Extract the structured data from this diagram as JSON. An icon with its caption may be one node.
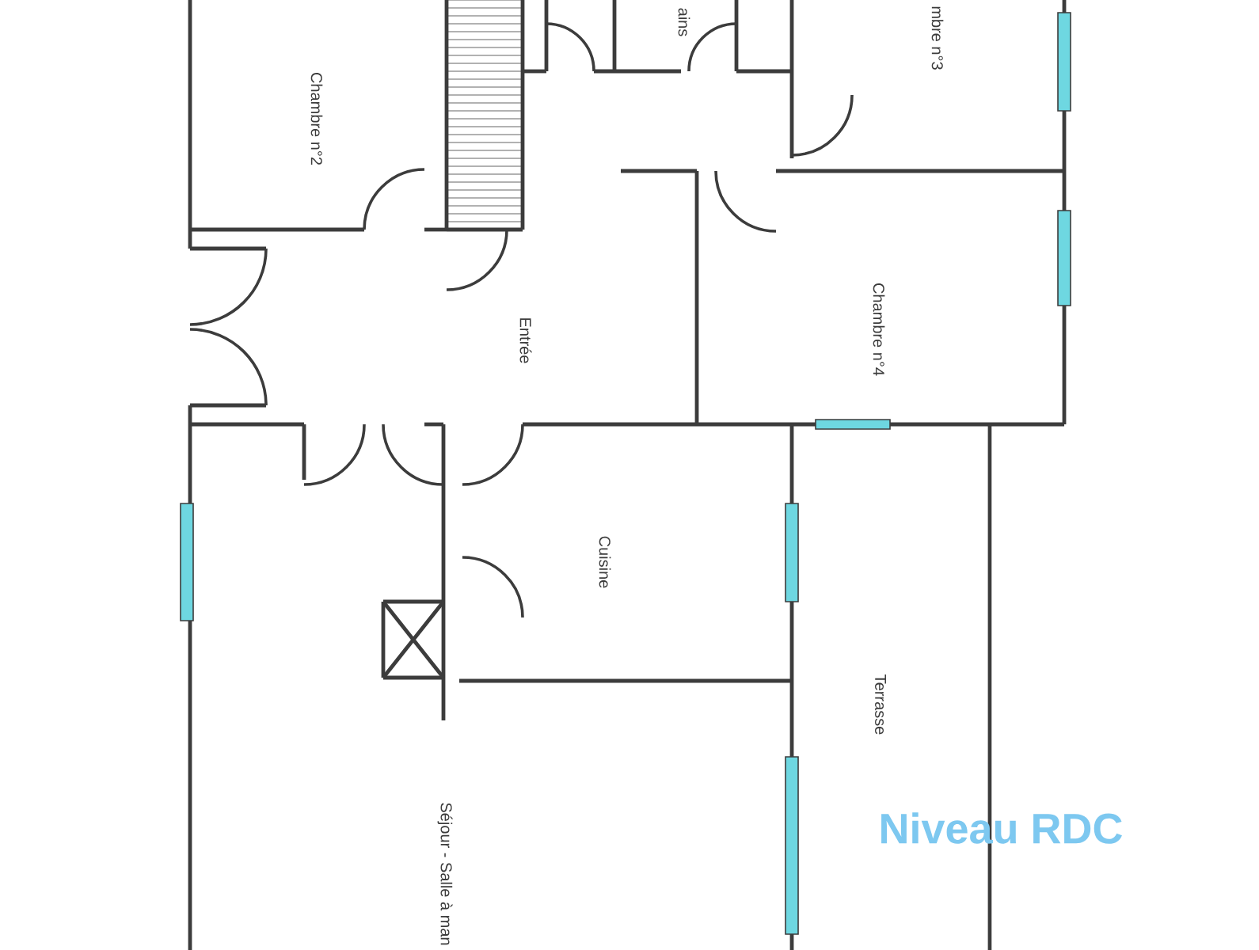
{
  "diagram": {
    "title": "Niveau RDC",
    "labels": [
      "Chambre n°2",
      "ains",
      "mbre n°3",
      "Entrée",
      "Chambre n°4",
      "Cuisine",
      "Terrasse",
      "Séjour - Salle à man"
    ]
  }
}
